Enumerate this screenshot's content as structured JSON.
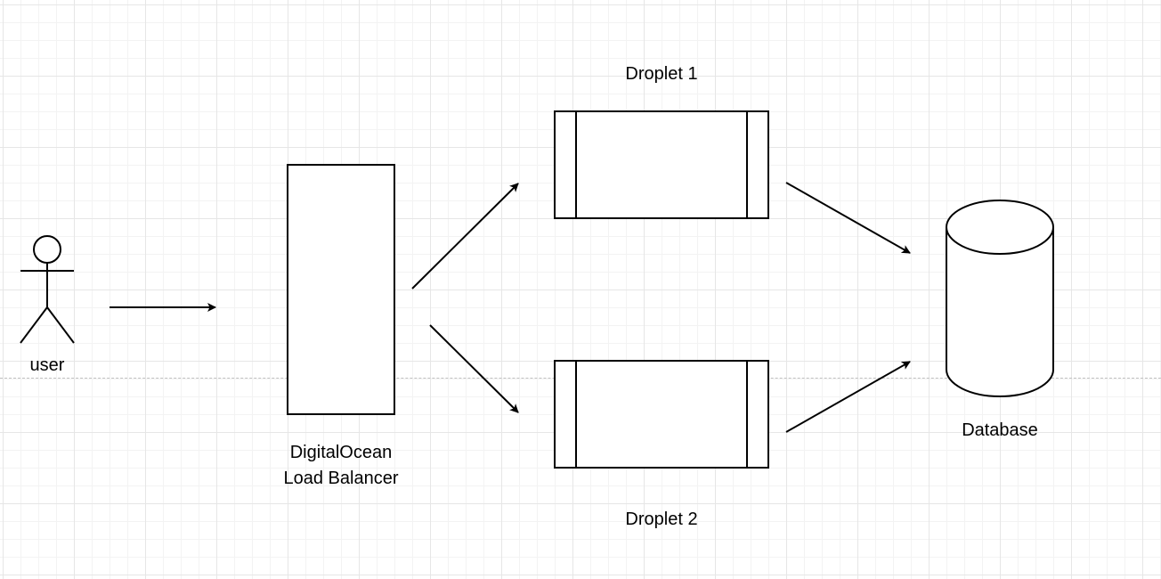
{
  "diagram": {
    "user_label": "user",
    "load_balancer_label_line1": "DigitalOcean",
    "load_balancer_label_line2": "Load Balancer",
    "droplet1_label": "Droplet 1",
    "droplet2_label": "Droplet 2",
    "database_label": "Database"
  },
  "colors": {
    "stroke": "#000000",
    "fill": "#ffffff",
    "grid": "#e6e6e6",
    "page_break": "#c2c2c2"
  },
  "icons": [
    "stick-figure-icon",
    "cylinder-database-icon",
    "arrow-icon"
  ]
}
